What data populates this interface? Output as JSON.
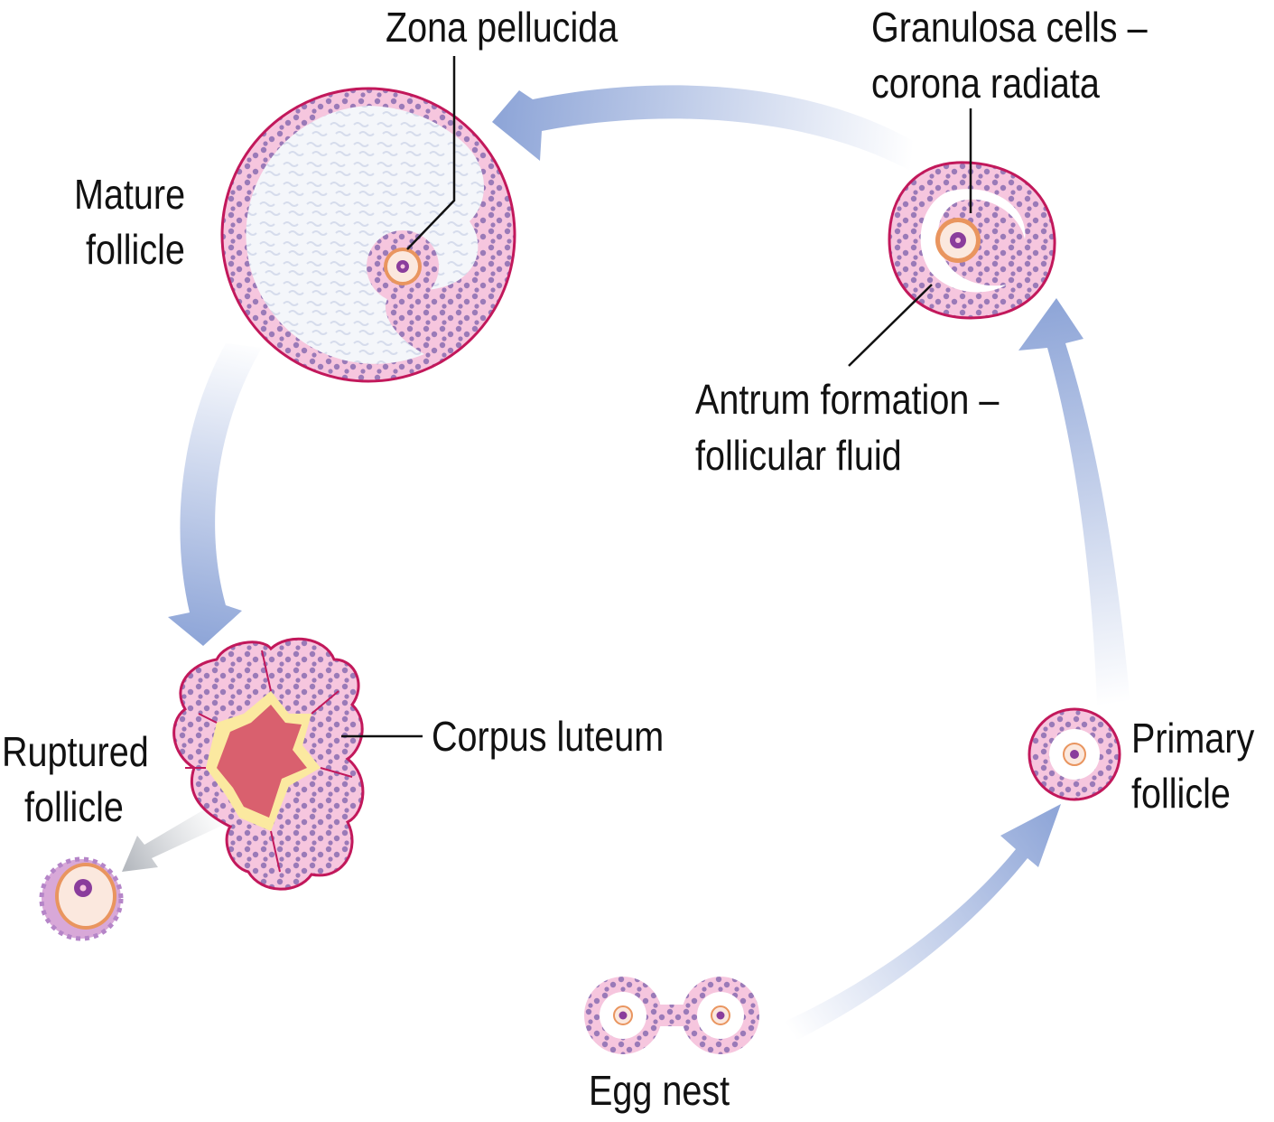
{
  "colors": {
    "arrow": "#8fa6d8",
    "outline": "#c2185b",
    "granulosa": "#f6c6de",
    "cell_dot": "#9a7ab8",
    "fluid": "#e9ecf5",
    "oocyte": "#fbe8de",
    "zona": "#e9955f",
    "nucleus": "#8a3d9c",
    "luteum_core": "#d9606e",
    "luteum_rim": "#fbe9a0"
  },
  "labels": {
    "zona_pellucida": "Zona pellucida",
    "granulosa_line1": "Granulosa cells –",
    "granulosa_line2": "corona radiata",
    "mature_line1": "Mature",
    "mature_line2": "follicle",
    "antrum_line1": "Antrum formation –",
    "antrum_line2": "follicular fluid",
    "corpus_luteum": "Corpus luteum",
    "ruptured_line1": "Ruptured",
    "ruptured_line2": "follicle",
    "primary_line1": "Primary",
    "primary_line2": "follicle",
    "egg_nest": "Egg nest"
  }
}
